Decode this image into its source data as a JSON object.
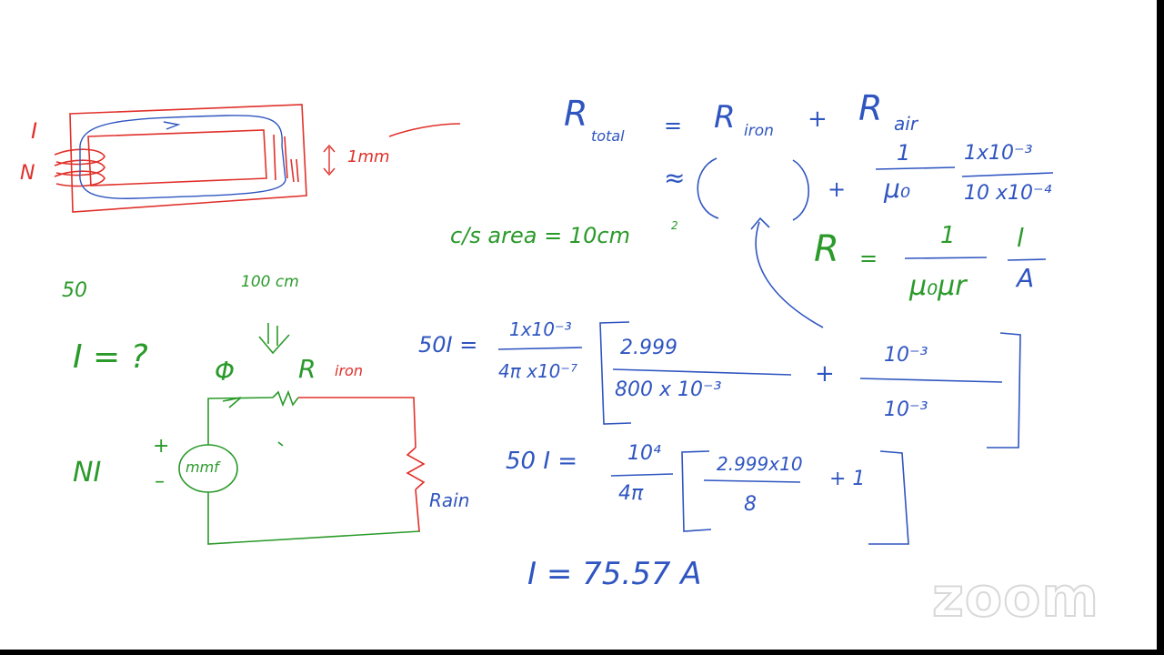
{
  "canvas": {
    "labels": {
      "coil_current": "I",
      "coil_turns": "N",
      "air_gap": "1mm",
      "cross_section": "c/s area = 10cm",
      "cross_section_exp": "2",
      "turns_value": "50",
      "length_value": "100 cm",
      "unknown_current": "I = ?",
      "phi": "Φ",
      "r_iron_symbol": "R",
      "r_iron_sub": "iron",
      "ni_label": "NI",
      "plus_sign": "+",
      "minus_sign": "–",
      "mmf_label": "mmf",
      "r_air_label": "Rain"
    },
    "equations": {
      "r_total": "R",
      "r_total_sub": "total",
      "eq_equals": "=",
      "r_iron": "R",
      "r_iron_sub": "iron",
      "eq_plus": "+",
      "r_air": "R",
      "r_air_sub": "air",
      "approx": "≈",
      "plus2": "+",
      "one_over": "1",
      "mu0": "μ₀",
      "gap_num": "1x10⁻³",
      "gap_den": "10 x10⁻⁴",
      "r_formula": "R",
      "r_formula_eq": "=",
      "r_formula_one": "1",
      "r_formula_den": "μ₀μr",
      "r_formula_l": "l",
      "r_formula_a": "A",
      "step1_lhs": "50I =",
      "step1_num": "1x10⁻³",
      "step1_den": "4π x10⁻⁷",
      "step1_b_num": "2.999",
      "step1_b_den": "800 x 10⁻³",
      "step1_plus": "+",
      "step1_c_num": "10⁻³",
      "step1_c_den": "10⁻³",
      "step2_lhs": "50 I =",
      "step2_num": "10⁴",
      "step2_den": "4π",
      "step2_b_num": "2.999x10",
      "step2_b_den": "8",
      "step2_plus": "+ 1",
      "result": "I = 75.57 A"
    },
    "watermark": "zoom",
    "colors": {
      "red": "#e0302a",
      "green": "#2a9a2a",
      "blue": "#2f55c0"
    }
  }
}
